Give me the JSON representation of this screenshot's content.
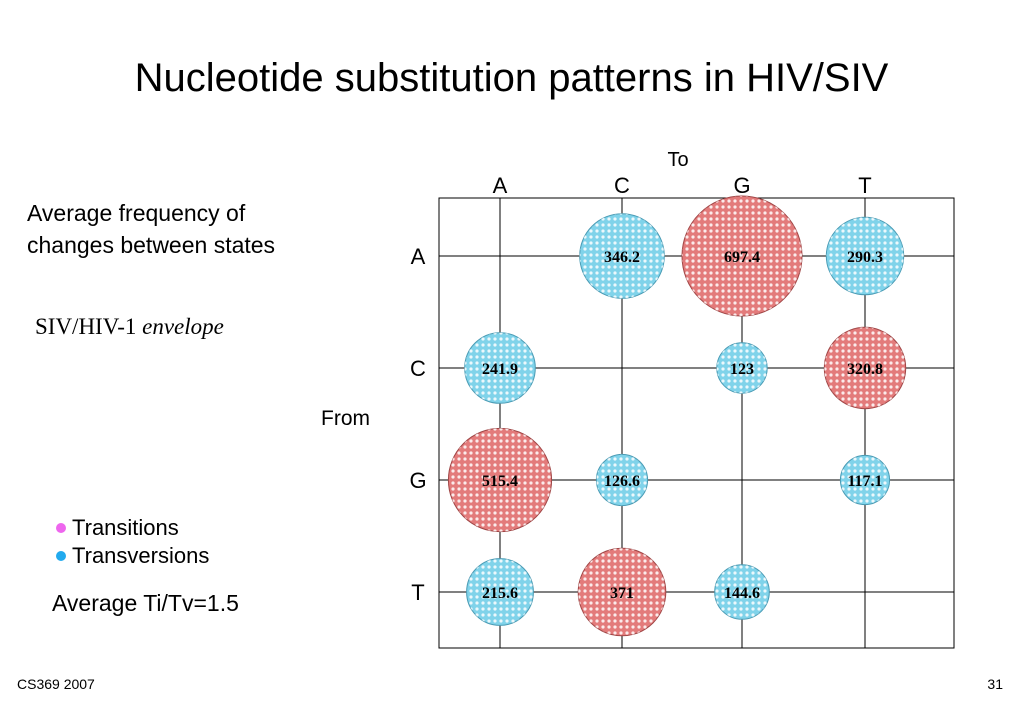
{
  "slide": {
    "title": "Nucleotide substitution patterns in HIV/SIV",
    "subtitle_line1": "Average frequency of",
    "subtitle_line2": "changes between states",
    "dataset_prefix": "SIV/HIV-1",
    "dataset_italic": "envelope",
    "from_label": "From",
    "ratio": "Average Ti/Tv=1.5",
    "footer_left": "CS369 2007",
    "footer_right": "31"
  },
  "legend": [
    {
      "label": "Transitions",
      "color": "#ee66ee"
    },
    {
      "label": "Transversions",
      "color": "#22aaee"
    }
  ],
  "chart_data": {
    "type": "bubble-matrix",
    "title": "Nucleotide substitution patterns in HIV/SIV",
    "x_title": "To",
    "y_title": "From",
    "x_categories": [
      "A",
      "C",
      "G",
      "T"
    ],
    "y_categories": [
      "A",
      "C",
      "G",
      "T"
    ],
    "colors": {
      "transition": "#e37b7b",
      "transversion": "#80d3ea",
      "grid": "#000000"
    },
    "cells": [
      {
        "from": "A",
        "to": "C",
        "value": 346.2,
        "label": "346.2",
        "kind": "transversion"
      },
      {
        "from": "A",
        "to": "G",
        "value": 697.4,
        "label": "697.4",
        "kind": "transition"
      },
      {
        "from": "A",
        "to": "T",
        "value": 290.3,
        "label": "290.3",
        "kind": "transversion"
      },
      {
        "from": "C",
        "to": "A",
        "value": 241.9,
        "label": "241.9",
        "kind": "transversion"
      },
      {
        "from": "C",
        "to": "G",
        "value": 123,
        "label": "123",
        "kind": "transversion"
      },
      {
        "from": "C",
        "to": "T",
        "value": 320.8,
        "label": "320.8",
        "kind": "transition"
      },
      {
        "from": "G",
        "to": "A",
        "value": 515.4,
        "label": "515.4",
        "kind": "transition"
      },
      {
        "from": "G",
        "to": "C",
        "value": 126.6,
        "label": "126.6",
        "kind": "transversion"
      },
      {
        "from": "G",
        "to": "T",
        "value": 117.1,
        "label": "117.1",
        "kind": "transversion"
      },
      {
        "from": "T",
        "to": "A",
        "value": 215.6,
        "label": "215.6",
        "kind": "transversion"
      },
      {
        "from": "T",
        "to": "C",
        "value": 371,
        "label": "371",
        "kind": "transition"
      },
      {
        "from": "T",
        "to": "G",
        "value": 144.6,
        "label": "144.6",
        "kind": "transversion"
      }
    ]
  }
}
